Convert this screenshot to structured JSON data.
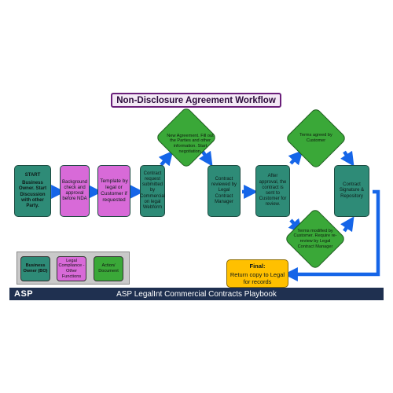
{
  "title": "Non-Disclosure Agreement Workflow",
  "nodes": {
    "start": {
      "heading": "START",
      "text": "Business Owner. Start Discussion with other Party."
    },
    "background": {
      "text": "Background check and approval before NDA"
    },
    "template": {
      "text": "Template by legal or Customer if requested"
    },
    "contract_request": {
      "text": "Contract request submitted by Commercial on legal Webform"
    },
    "new_agreement": {
      "text": "New Agreement. Fill out the Parties and other information. Start negotiation."
    },
    "reviewed": {
      "text": "Contract reviewed by Legal Contract Manager"
    },
    "after_approval": {
      "text": "After approval, the contract is sent to Customer for review."
    },
    "terms_agreed": {
      "text": "Terms agreed by Customer"
    },
    "terms_modified": {
      "text": "Terms modified by Customer. Require re-review by Legal Contract Manager"
    },
    "signature": {
      "text": "Contract Signature & Repository"
    },
    "final": {
      "heading": "Final:",
      "text": "Return copy to Legal for records"
    }
  },
  "legend": {
    "business_owner": "Business Owner (BO)",
    "legal_compliance": "Legal Compliance - Other Functions",
    "action": "Action/ Document"
  },
  "footer": {
    "logo": "ASP",
    "title": "ASP LegalInt Commercial Contracts Playbook"
  },
  "colors": {
    "teal": "#2e8b77",
    "pink": "#d86ad8",
    "green": "#3aa838",
    "orange": "#ffc000",
    "arrow_blue": "#1565e8",
    "footer_navy": "#1f3050"
  }
}
